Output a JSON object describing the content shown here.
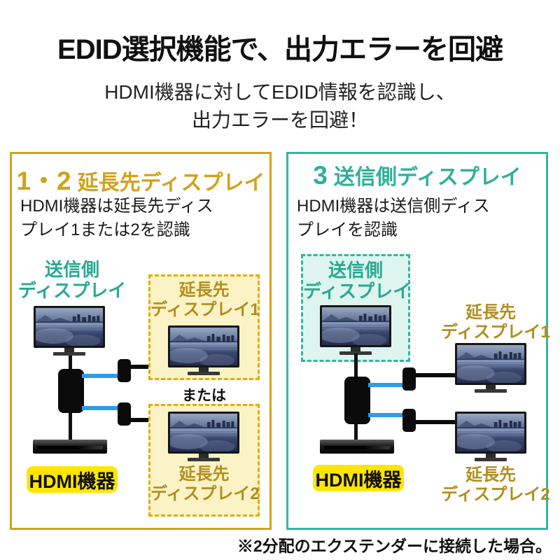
{
  "header": {
    "title": "EDID選択機能で、出力エラーを回避",
    "subtitle_line1": "HDMI機器に対してEDID情報を認識し、",
    "subtitle_line2": "出力エラーを回避！"
  },
  "colors": {
    "gold": "#d1a21b",
    "bronze_label": "#b18e1e",
    "teal": "#2fae9b",
    "pale_yellow_fill": "#fbf3c6",
    "pale_teal_fill": "#def5ef",
    "badge_yellow": "#ffe600",
    "cable_blue": "#2d9cea"
  },
  "left_panel": {
    "number": "1・2",
    "heading": "延長先ディスプレイ",
    "body_line1": "HDMI機器は延長先ディス",
    "body_line2": "プレイ1または2を認識",
    "source_label_line1": "送信側",
    "source_label_line2": "ディスプレイ",
    "box1_label_line1": "延長先",
    "box1_label_line2": "ディスプレイ1",
    "or_label": "または",
    "box2_label_line1": "延長先",
    "box2_label_line2": "ディスプレイ2",
    "device_badge": "HDMI機器"
  },
  "right_panel": {
    "number": "3",
    "heading": "送信側ディスプレイ",
    "body_line1": "HDMI機器は送信側ディス",
    "body_line2": "プレイを認識",
    "source_label_line1": "送信側",
    "source_label_line2": "ディスプレイ",
    "display1_label_line1": "延長先",
    "display1_label_line2": "ディスプレイ1",
    "display2_label_line1": "延長先",
    "display2_label_line2": "ディスプレイ2",
    "device_badge": "HDMI機器"
  },
  "footer": {
    "note": "※2分配のエクステンダーに接続した場合。"
  }
}
